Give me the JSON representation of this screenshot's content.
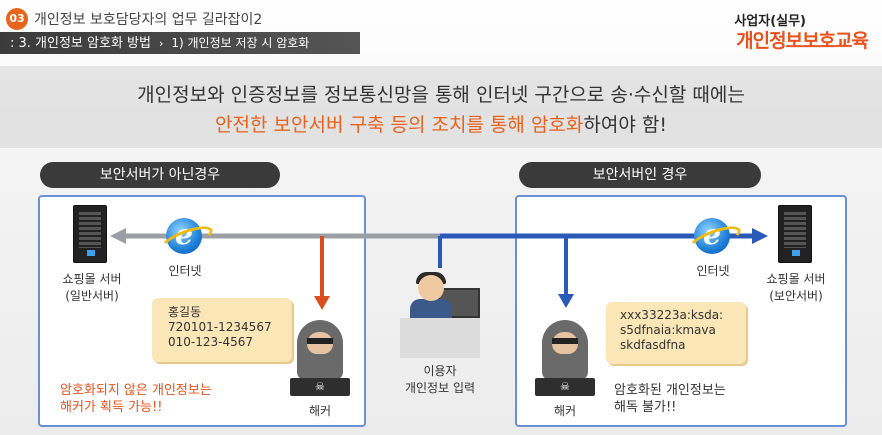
{
  "header": {
    "badge": "03",
    "title": "개인정보 보호담당자의 업무 길라잡이2",
    "section": ": 3. 개인정보 암호화 방법",
    "sep": "›",
    "subsection": "1) 개인정보 저장 시 암호화",
    "brand_top": "사업자(실무)",
    "brand_main": "개인정보보호교육"
  },
  "headline": {
    "line1": "개인정보와 인증정보를 정보통신망을 통해 인터넷 구간으로 송·수신할 때에는",
    "line2_highlight": "안전한 보안서버 구축 등의 조치를 통해 암호화",
    "line2_rest": "하여야 함!"
  },
  "left": {
    "pill": "보안서버가 아닌경우",
    "server_label1": "쇼핑몰 서버",
    "server_label2": "(일반서버)",
    "internet_label": "인터넷",
    "data_lines": [
      "홍길동",
      "720101-1234567",
      "010-123-4567"
    ],
    "hacker_label": "해커",
    "warning1": "암호화되지 않은 개인정보는",
    "warning2": "해커가 획득 가능!!"
  },
  "center": {
    "user_label1": "이용자",
    "user_label2": "개인정보 입력"
  },
  "right": {
    "pill": "보안서버인 경우",
    "server_label1": "쇼핑몰 서버",
    "server_label2": "(보안서버)",
    "internet_label": "인터넷",
    "data_lines": [
      "xxx33223a:ksda:",
      "s5dfnaia:kmava",
      "skdfasdfna"
    ],
    "hacker_label": "해커",
    "note1": "암호화된 개인정보는",
    "note2": "해독 불가!!"
  },
  "colors": {
    "accent": "#e8621c",
    "panel_border": "#6a8fd4",
    "arrow_red": "#d9501c",
    "arrow_blue": "#2a5ab8",
    "line_gray": "#9aa0a6"
  }
}
